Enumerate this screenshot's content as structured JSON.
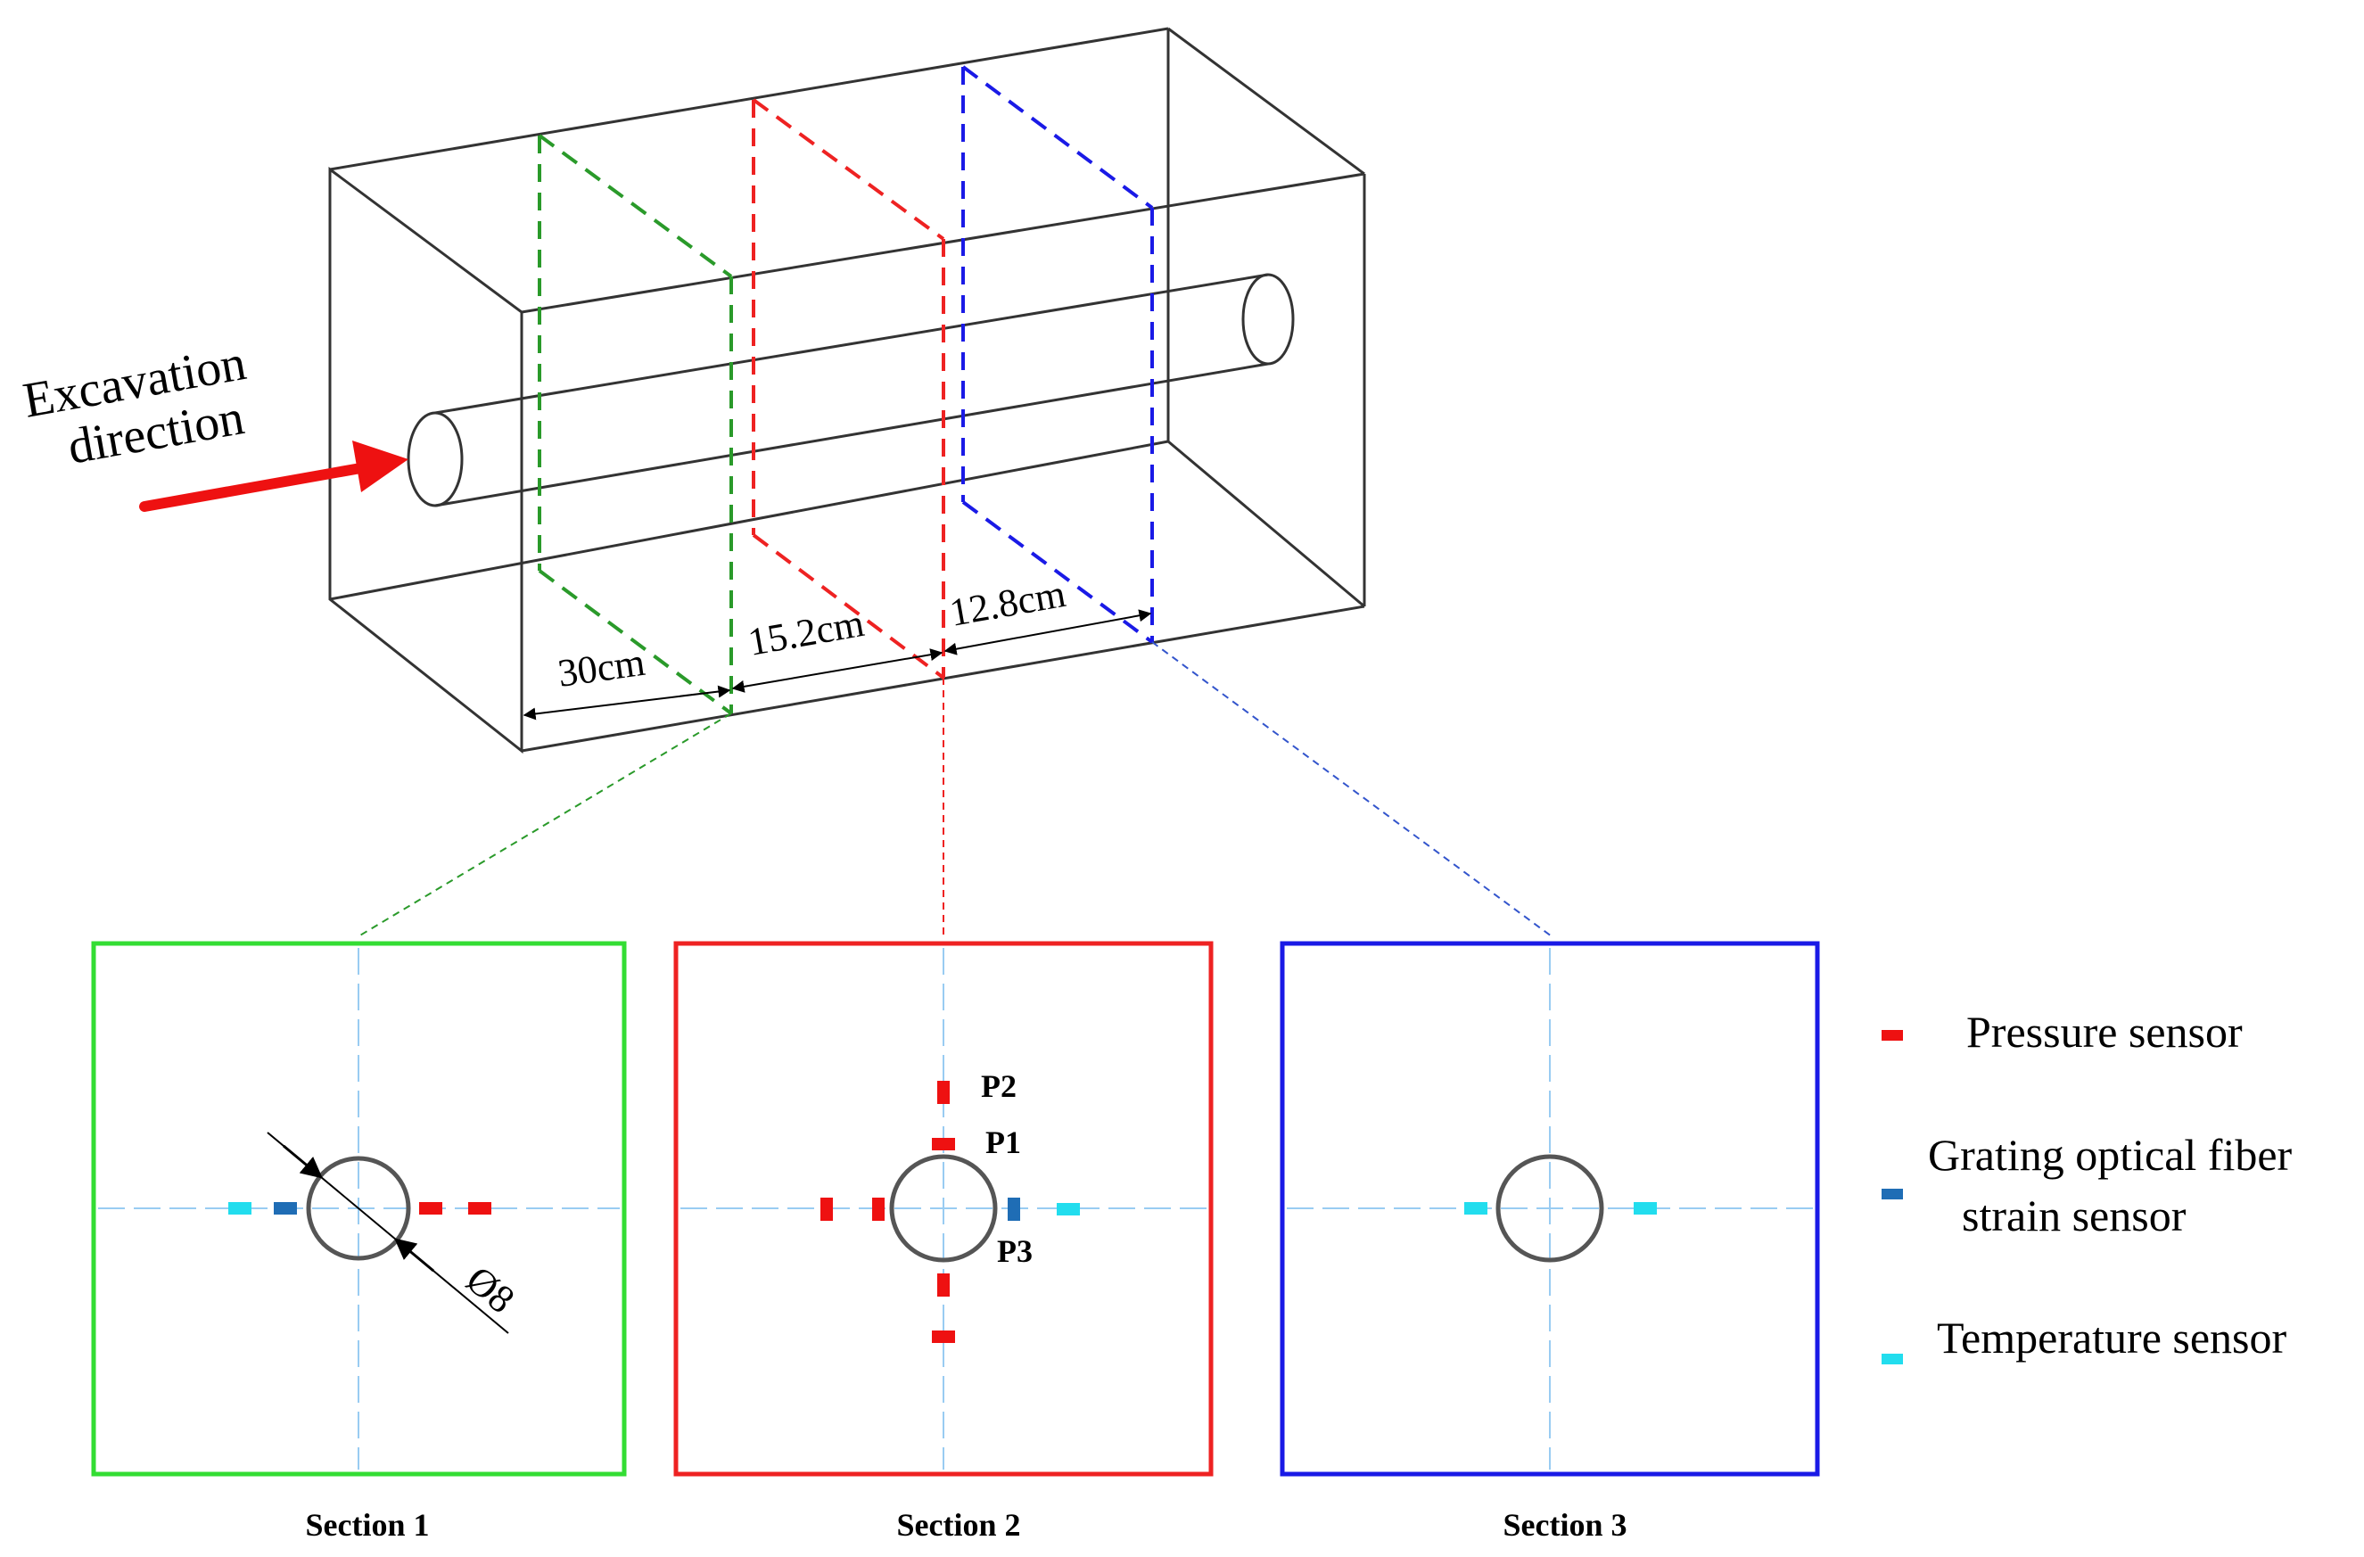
{
  "colors": {
    "outline": "#333333",
    "section1": "#33dd33",
    "section2": "#ee2222",
    "section3": "#1a1ae6",
    "guide": "#99ccf2",
    "arrow": "#ee1111",
    "pressure": "#ee1111",
    "strain": "#1f6db5",
    "temperature": "#22ddee"
  },
  "labels": {
    "excavation_line1": "Excavation",
    "excavation_line2": "direction",
    "dim1": "30cm",
    "dim2": "15.2cm",
    "dim3": "12.8cm",
    "diameter": "Ø8"
  },
  "sections": [
    {
      "label": "Section 1",
      "color": "section1"
    },
    {
      "label": "Section 2",
      "color": "section2",
      "points": {
        "p1": "P1",
        "p2": "P2",
        "p3": "P3"
      }
    },
    {
      "label": "Section 3",
      "color": "section3"
    }
  ],
  "legend": [
    {
      "icon": "pressure-sensor-icon",
      "color": "pressure",
      "lines": [
        "Pressure sensor"
      ]
    },
    {
      "icon": "strain-sensor-icon",
      "color": "strain",
      "lines": [
        "Grating optical fiber",
        "strain sensor"
      ]
    },
    {
      "icon": "temperature-sensor-icon",
      "color": "temperature",
      "lines": [
        "Temperature sensor"
      ]
    }
  ]
}
